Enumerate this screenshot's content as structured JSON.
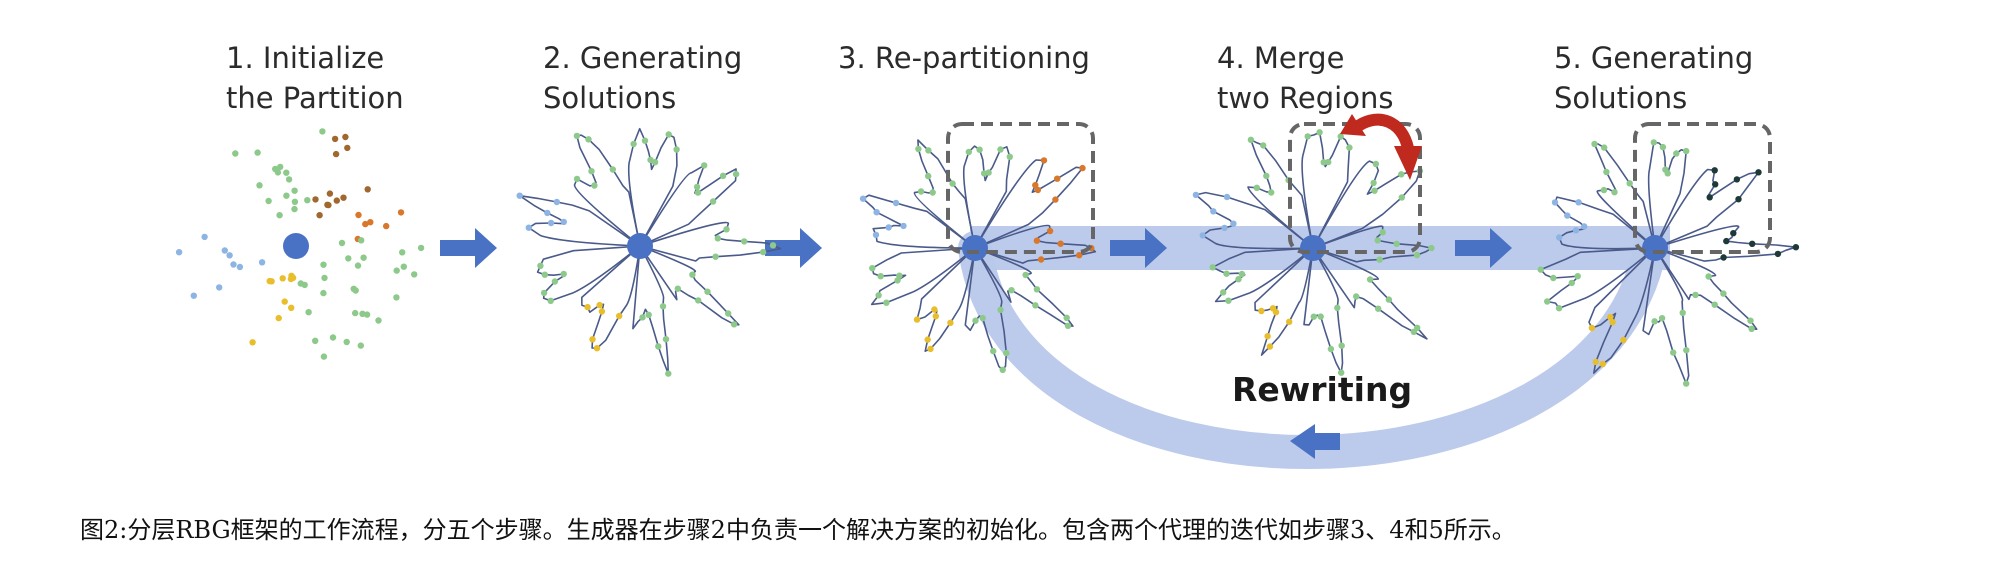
{
  "steps": [
    {
      "line1": "1. Initialize",
      "line2": "the Partition"
    },
    {
      "line1": "2. Generating",
      "line2": "Solutions"
    },
    {
      "line1": "3. Re-partitioning",
      "line2": ""
    },
    {
      "line1": "4. Merge",
      "line2": "two Regions"
    },
    {
      "line1": "5. Generating",
      "line2": "Solutions"
    }
  ],
  "rewriting_label": "Rewriting",
  "caption": "图2:分层RBG框架的工作流程，分五个步骤。生成器在步骤2中负责一个解决方案的初始化。包含两个代理的迭代如步骤3、4和5所示。",
  "colors": {
    "depot": "#4a72c4",
    "route": "#4a5a8a",
    "band": "#b8c8ea",
    "arrow": "#4a72c4",
    "merge_arrow": "#c0291d",
    "box": "#666666",
    "node_green": "#8cc98a",
    "node_blue": "#8db4e2",
    "node_yellow": "#e8be2c",
    "node_brown": "#a0672e",
    "node_orange": "#d8782c",
    "node_dark": "#1d3a38"
  }
}
